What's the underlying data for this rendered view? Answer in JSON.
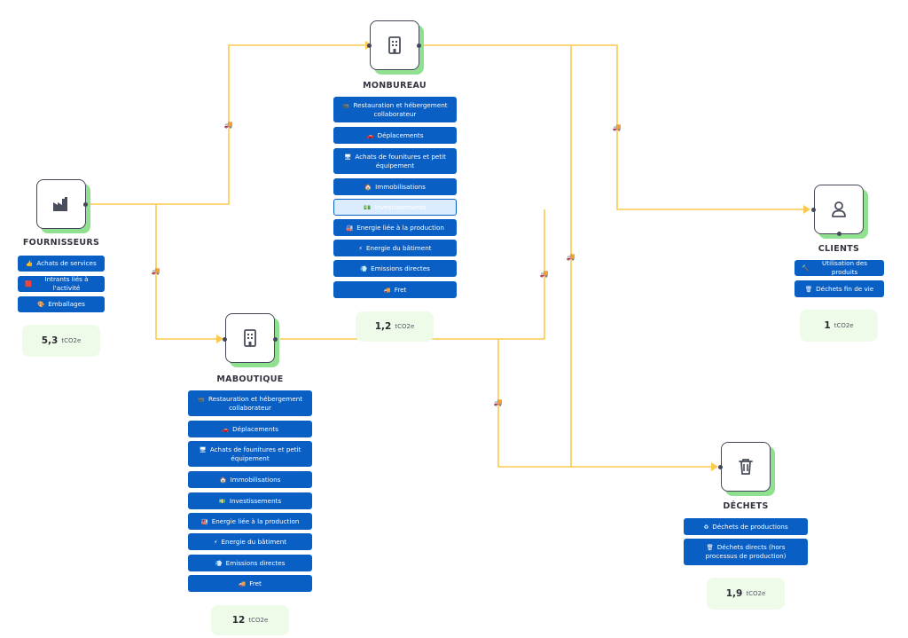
{
  "colors": {
    "line": "#fcc94f",
    "node_border": "#44475a",
    "node_shadow": "#8fe08f",
    "item_bg": "#0a5fc4",
    "total_bg": "#eefbe9"
  },
  "nodes": {
    "fournisseurs": {
      "title": "FOURNISSEURS",
      "icon": "factory-icon",
      "items": [
        {
          "icon": "👍",
          "label": "Achats de services"
        },
        {
          "icon": "🟥",
          "label": "Intrants liés à l'activité"
        },
        {
          "icon": "🎨",
          "label": "Emballages"
        }
      ],
      "total": {
        "value": "5,3",
        "unit": "tCO2e"
      }
    },
    "monbureau": {
      "title": "MONBUREAU",
      "icon": "office-building-icon",
      "items": [
        {
          "icon": "📹",
          "label": "Restauration et hébergement collaborateur"
        },
        {
          "icon": "🚗",
          "label": "Déplacements"
        },
        {
          "icon": "🖥",
          "label": "Achats de founitures et petit équipement"
        },
        {
          "icon": "🏠",
          "label": "Immobilisations"
        },
        {
          "icon": "💵",
          "label": "Investissements"
        },
        {
          "icon": "🏭",
          "label": "Energie liée à la production"
        },
        {
          "icon": "⚡",
          "label": "Energie du bâtiment"
        },
        {
          "icon": "💨",
          "label": "Emissions directes"
        },
        {
          "icon": "🚚",
          "label": "Fret"
        }
      ],
      "total": {
        "value": "1,2",
        "unit": "tCO2e"
      }
    },
    "maboutique": {
      "title": "MABOUTIQUE",
      "icon": "office-building-icon",
      "items": [
        {
          "icon": "📹",
          "label": "Restauration et hébergement collaborateur"
        },
        {
          "icon": "🚗",
          "label": "Déplacements"
        },
        {
          "icon": "🖥",
          "label": "Achats de founitures et petit équipement"
        },
        {
          "icon": "🏠",
          "label": "Immobilisations"
        },
        {
          "icon": "💵",
          "label": "Investissements"
        },
        {
          "icon": "🏭",
          "label": "Energie liée à la production"
        },
        {
          "icon": "⚡",
          "label": "Energie du bâtiment"
        },
        {
          "icon": "💨",
          "label": "Emissions directes"
        },
        {
          "icon": "🚚",
          "label": "Fret"
        }
      ],
      "total": {
        "value": "12",
        "unit": "tCO2e"
      }
    },
    "clients": {
      "title": "CLIENTS",
      "icon": "user-icon",
      "items": [
        {
          "icon": "🔨",
          "label": "Utilisation des produits"
        },
        {
          "icon": "🗑",
          "label": "Déchets fin de vie"
        }
      ],
      "total": {
        "value": "1",
        "unit": "tCO2e"
      }
    },
    "dechets": {
      "title": "DÉCHETS",
      "icon": "trash-icon",
      "items": [
        {
          "icon": "♻",
          "label": "Déchets de productions"
        },
        {
          "icon": "🗑",
          "label": "Déchets directs (hors processus de production)"
        }
      ],
      "total": {
        "value": "1,9",
        "unit": "tCO2e"
      }
    }
  }
}
